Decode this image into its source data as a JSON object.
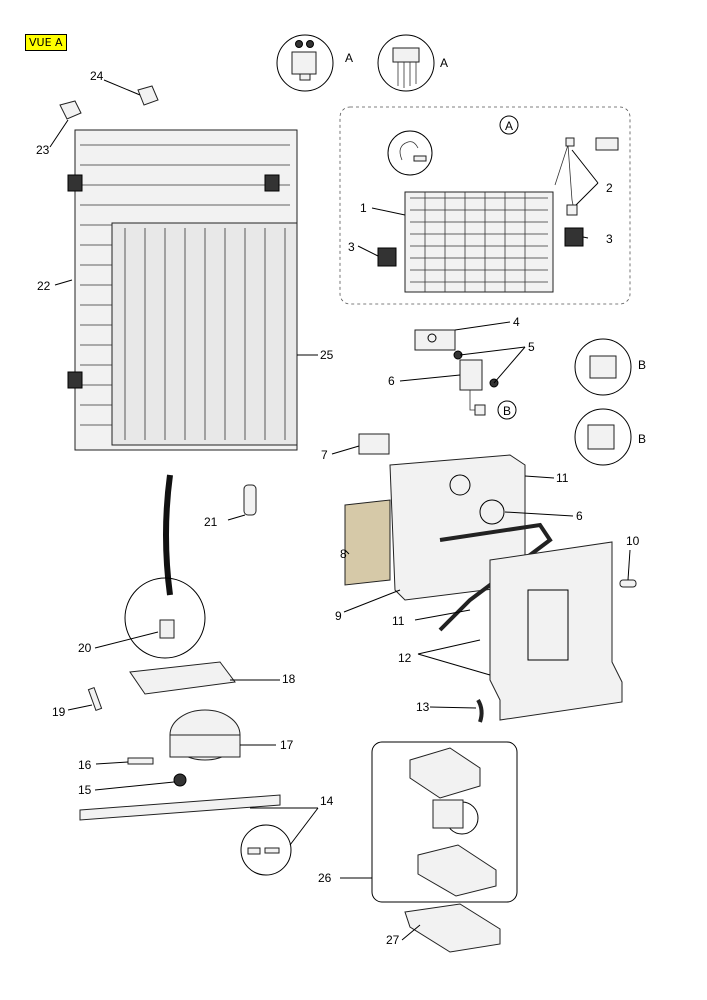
{
  "badge": "VUE A",
  "callouts": [
    {
      "id": "1",
      "label": "1"
    },
    {
      "id": "2",
      "label": "2"
    },
    {
      "id": "3a",
      "label": "3"
    },
    {
      "id": "3b",
      "label": "3"
    },
    {
      "id": "4",
      "label": "4"
    },
    {
      "id": "5",
      "label": "5"
    },
    {
      "id": "6a",
      "label": "6"
    },
    {
      "id": "6b",
      "label": "6"
    },
    {
      "id": "7",
      "label": "7"
    },
    {
      "id": "8",
      "label": "8"
    },
    {
      "id": "9",
      "label": "9"
    },
    {
      "id": "10",
      "label": "10"
    },
    {
      "id": "11a",
      "label": "11"
    },
    {
      "id": "11b",
      "label": "11"
    },
    {
      "id": "12",
      "label": "12"
    },
    {
      "id": "13",
      "label": "13"
    },
    {
      "id": "14",
      "label": "14"
    },
    {
      "id": "15",
      "label": "15"
    },
    {
      "id": "16",
      "label": "16"
    },
    {
      "id": "17",
      "label": "17"
    },
    {
      "id": "18",
      "label": "18"
    },
    {
      "id": "19",
      "label": "19"
    },
    {
      "id": "20",
      "label": "20"
    },
    {
      "id": "21",
      "label": "21"
    },
    {
      "id": "22",
      "label": "22"
    },
    {
      "id": "23",
      "label": "23"
    },
    {
      "id": "24",
      "label": "24"
    },
    {
      "id": "25",
      "label": "25"
    },
    {
      "id": "26",
      "label": "26"
    },
    {
      "id": "27",
      "label": "27"
    }
  ],
  "detail_labels": {
    "A1": "A",
    "A2": "A",
    "Acircle": "A",
    "B1": "B",
    "B2": "B",
    "Bcircle": "B"
  }
}
